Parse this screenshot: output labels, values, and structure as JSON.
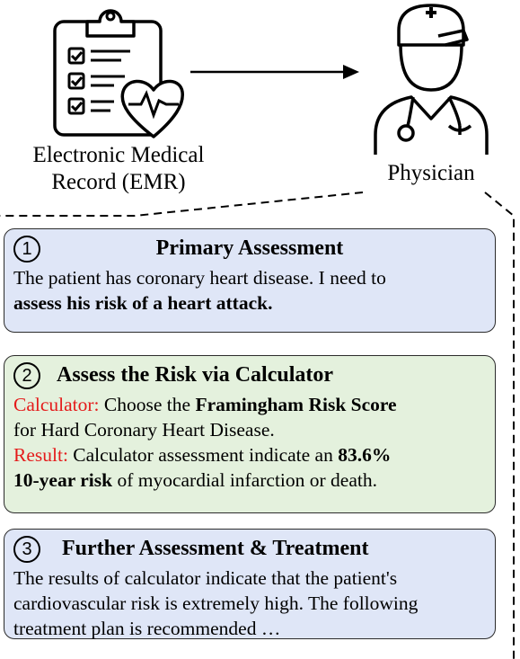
{
  "emr": {
    "label_line1": "Electronic Medical",
    "label_line2": "Record (EMR)",
    "icon": "clipboard-heart-icon"
  },
  "physician": {
    "label": "Physician",
    "icon": "doctor-icon"
  },
  "steps": [
    {
      "number": "1",
      "title": "Primary Assessment",
      "text_plain": "The patient has coronary heart disease. I need to",
      "text_bold": "assess his risk of a heart attack."
    },
    {
      "number": "2",
      "title": "Assess the Risk via Calculator",
      "calc_label": "Calculator:",
      "calc_text1": " Choose the ",
      "calc_bold": "Framingham Risk Score",
      "calc_text2": "for Hard Coronary Heart Disease.",
      "result_label": "Result:",
      "result_text1": " Calculator assessment indicate an ",
      "result_bold1": "83.6%",
      "result_bold2": "10-year risk",
      "result_text2": " of myocardial infarction or death."
    },
    {
      "number": "3",
      "title": "Further Assessment & Treatment",
      "line1": "The results of calculator indicate that the patient's",
      "line2": "cardiovascular risk is extremely high. The following",
      "line3": "treatment plan is recommended …"
    }
  ],
  "colors": {
    "assessment_bg": "#dfe6f7",
    "calculator_bg": "#e4f1dd",
    "highlight_red": "#e41b1b"
  }
}
